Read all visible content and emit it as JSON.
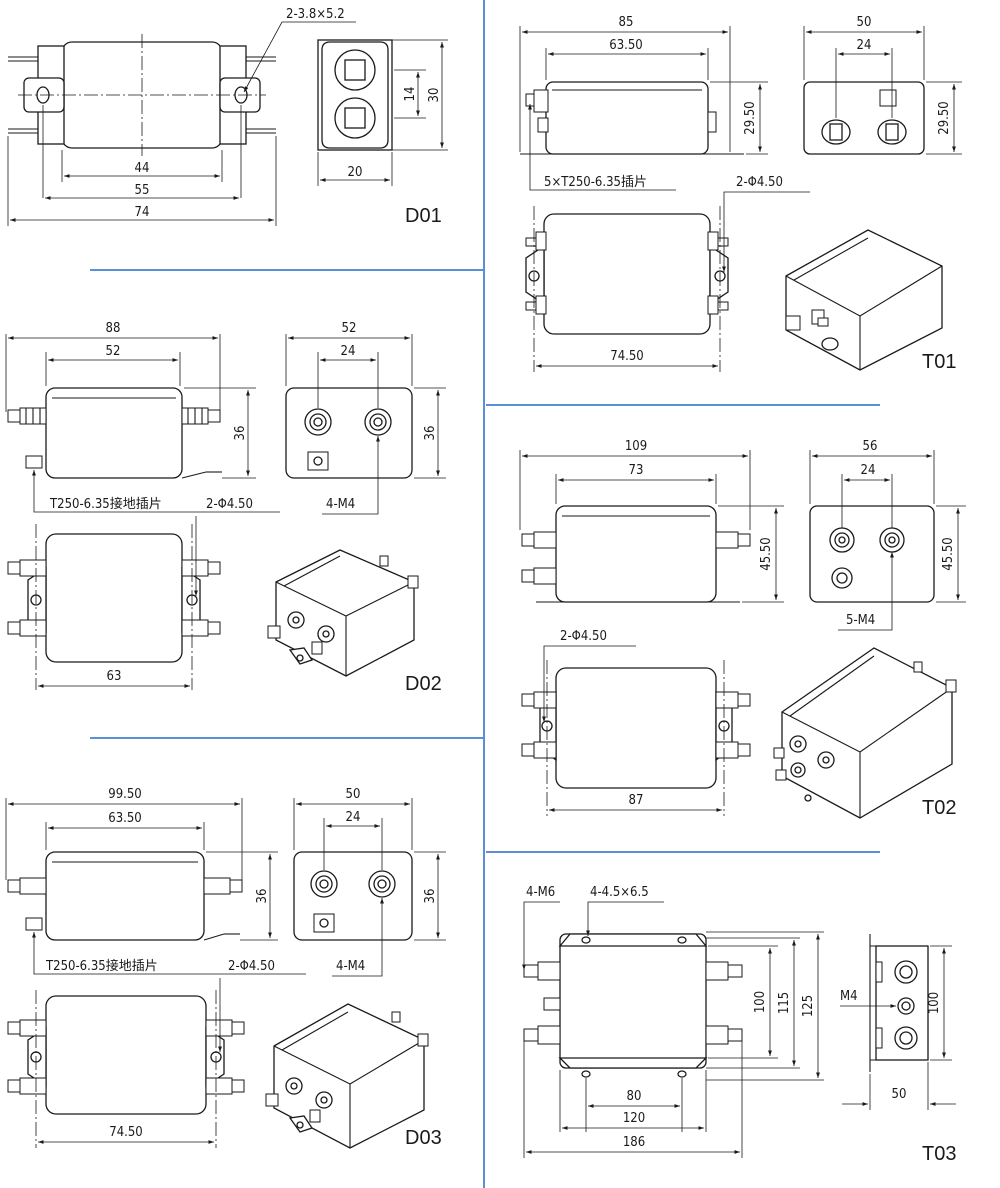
{
  "colors": {
    "divider": "#5b8fd6",
    "line": "#1a1a1a"
  },
  "D01": {
    "label": "D01",
    "slot": "2-3.8×5.2",
    "w74": "74",
    "w55": "55",
    "w44": "44",
    "h30": "30",
    "h14": "14",
    "w20": "20"
  },
  "D02": {
    "label": "D02",
    "w88": "88",
    "w52": "52",
    "h36": "36",
    "sw52": "52",
    "s24": "24",
    "sh36": "36",
    "tab": "T250-6.35接地插片",
    "hole": "2-Φ4.50",
    "screw": "4-M4",
    "w63": "63"
  },
  "D03": {
    "label": "D03",
    "w99": "99.50",
    "w63": "63.50",
    "h36": "36",
    "sw50": "50",
    "s24": "24",
    "sh36": "36",
    "tab": "T250-6.35接地插片",
    "hole": "2-Φ4.50",
    "screw": "4-M4",
    "w74": "74.50"
  },
  "T01": {
    "label": "T01",
    "w85": "85",
    "w63": "63.50",
    "h29": "29.50",
    "sw50": "50",
    "s24": "24",
    "sh29": "29.50",
    "tab": "5×T250-6.35插片",
    "hole": "2-Φ4.50",
    "w74": "74.50"
  },
  "T02": {
    "label": "T02",
    "w109": "109",
    "w73": "73",
    "h45": "45.50",
    "sw56": "56",
    "s24": "24",
    "sh45": "45.50",
    "screw": "5-M4",
    "hole": "2-Φ4.50",
    "w87": "87"
  },
  "T03": {
    "label": "T03",
    "m6": "4-M6",
    "slot": "4-4.5×6.5",
    "h100": "100",
    "h115": "115",
    "h125": "125",
    "w80": "80",
    "w120": "120",
    "w186": "186",
    "m4": "M4",
    "sh100": "100",
    "sw50": "50"
  }
}
